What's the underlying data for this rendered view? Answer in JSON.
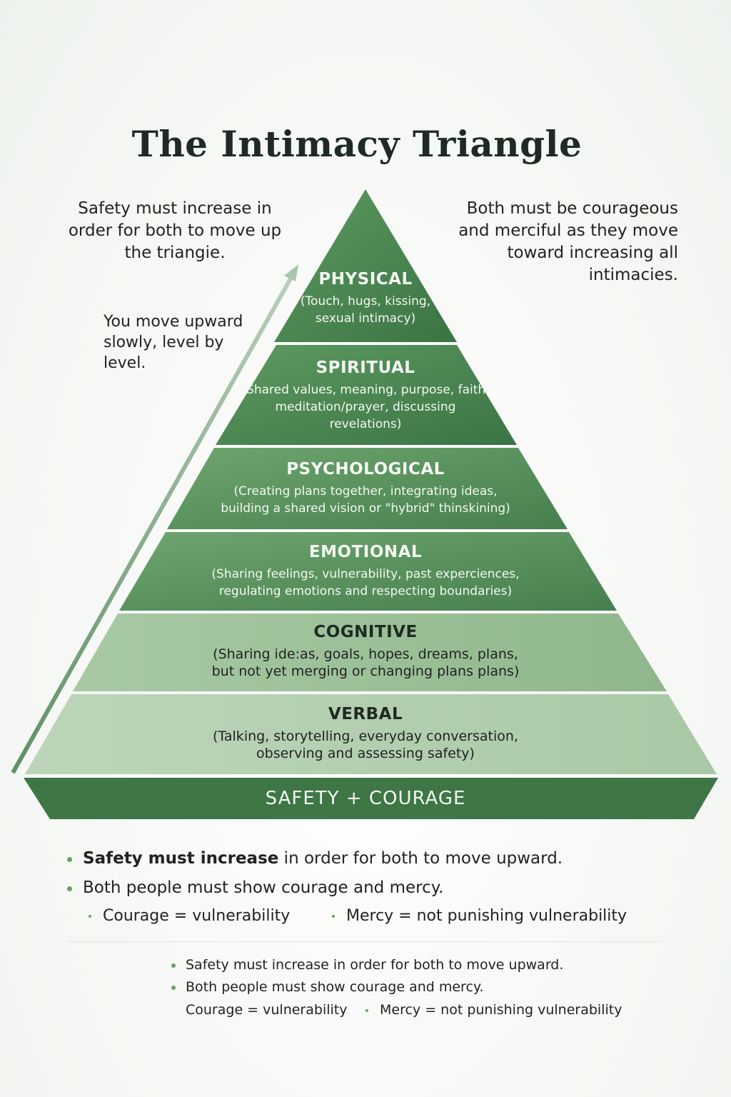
{
  "title": "The Intimacy Triangle",
  "notes": {
    "top_left": "Safety must increase in order for both to move up the triangie.",
    "top_right": "Both must be courageous and merciful as they move toward increasing all intimacies.",
    "arrow_note": "You move upward slowly, level by level."
  },
  "layers": [
    {
      "name": "PHYSICAL",
      "desc1": "(Touch, hugs, kissing,",
      "desc2": "sexual intimacy)"
    },
    {
      "name": "SPIRITUAL",
      "desc1": "(Shared values, meaning, purpose, faith,",
      "desc2": "meditation/prayer, discussing",
      "desc3": "revelations)"
    },
    {
      "name": "PSYCHOLOGICAL",
      "desc1": "(Creating plans together, integrating ideas,",
      "desc2": "building a shared vision or \"hybrid\" thinskining)"
    },
    {
      "name": "EMOTIONAL",
      "desc1": "(Sharing feelings, vulnerability, past experciences,",
      "desc2": "regulating emotions and respecting boundaries)"
    },
    {
      "name": "COGNITIVE",
      "desc1": "(Sharing ide:as, goals, hopes, dreams, plans,",
      "desc2": "but not yet merging or changing plans plans)"
    },
    {
      "name": "VERBAL",
      "desc1": "(Talking, storytelling, everyday conversation,",
      "desc2": "observing and assessing safety)"
    }
  ],
  "base": "SAFETY + COURAGE",
  "bullets": {
    "b1_bold": "Safety must increase",
    "b1_rest": " in order for both to move upward.",
    "b2": "Both people must show courage and mercy.",
    "sub1": "Courage = vulnerability",
    "sub2": "Mercy = not punishing vulnerability"
  },
  "bullets_repeat": {
    "b1": "Safety  must increase in order for both to move upward.",
    "b2": "Both people must show courage and mercy.",
    "sub1": "Courage = vulnerability",
    "sub2": "Mercy = not punishing vulnerability"
  },
  "colors": {
    "dark_green": "#3f7a47",
    "light_green": "#c4dac1",
    "accent_dot": "#6a9e68"
  }
}
